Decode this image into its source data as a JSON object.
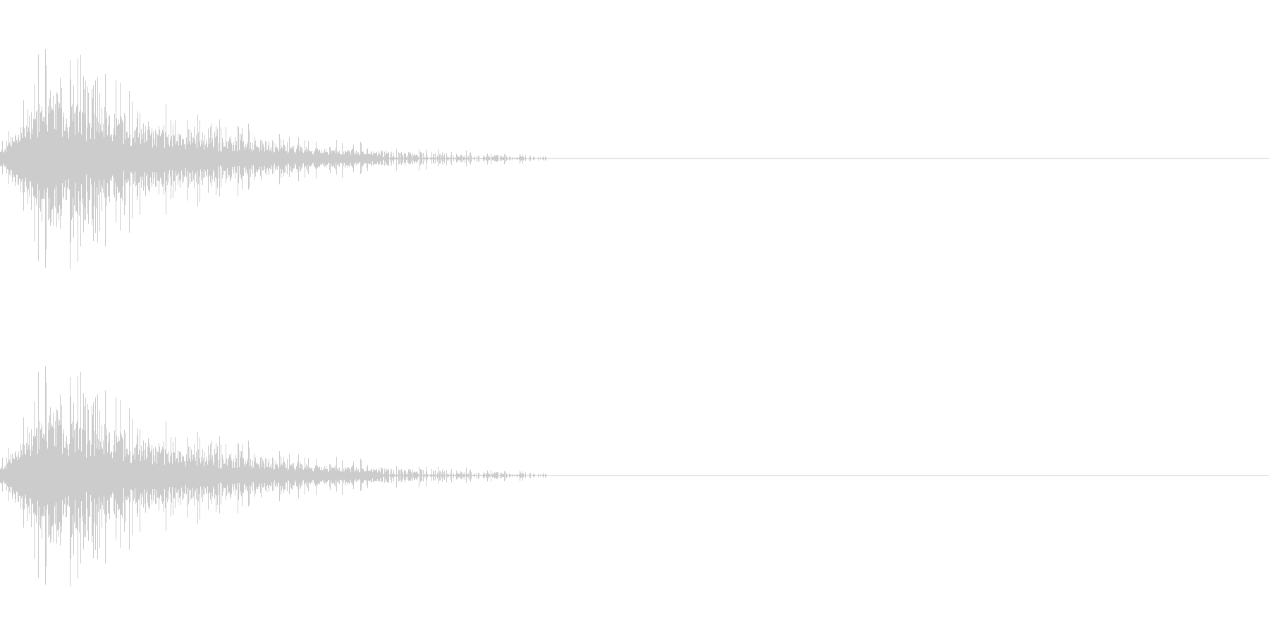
{
  "waveform": {
    "channel_count": 2,
    "wave_color": "#cccccc",
    "baseline_color": "#cccccc",
    "background_color": "#ffffff",
    "envelope": {
      "peak_amplitude": 0.78,
      "attack_fraction": 0.035,
      "decay_fraction": 0.12,
      "sound_end_fraction": 0.43
    }
  }
}
